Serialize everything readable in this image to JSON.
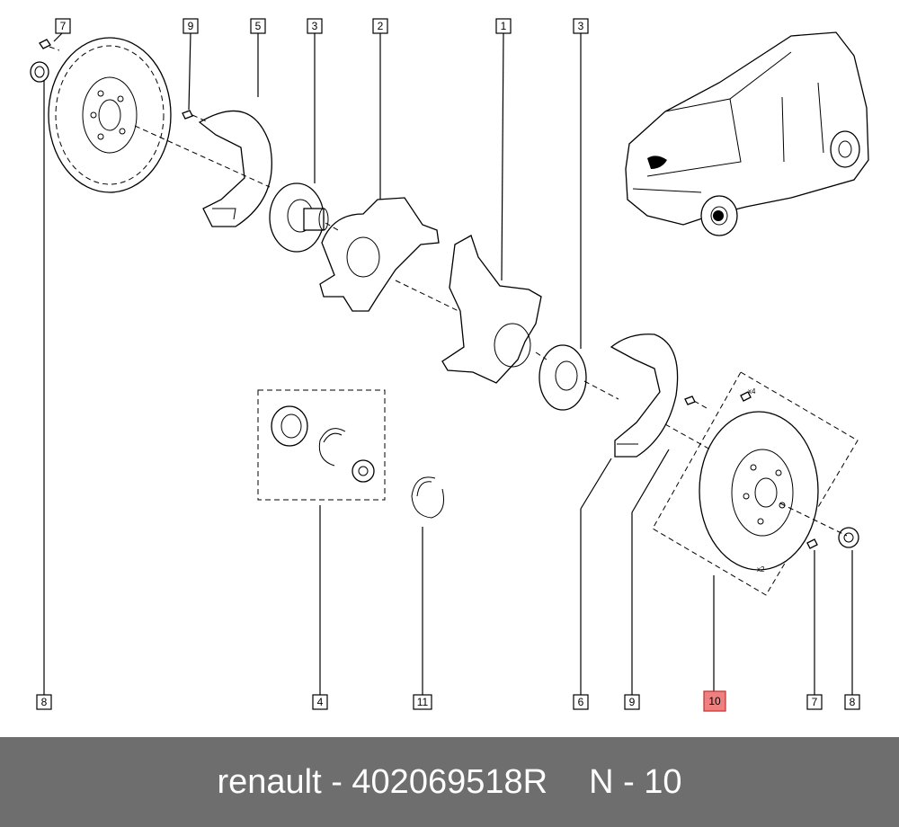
{
  "callouts": {
    "c7_top": "7",
    "c9_top": "9",
    "c5": "5",
    "c3_left": "3",
    "c2": "2",
    "c1": "1",
    "c3_right": "3",
    "c8_bottom": "8",
    "c4": "4",
    "c11": "11",
    "c6": "6",
    "c9_bottom": "9",
    "c10": "10",
    "c7_bottom": "7",
    "c8_right": "8"
  },
  "annotations": {
    "qty_x4": "x4",
    "qty_x2": "x2"
  },
  "footer": {
    "part_ref": "renault - 402069518R",
    "note_ref": "N - 10"
  },
  "colors": {
    "highlight": "#f08080",
    "footer_bg": "#6e6e6e",
    "footer_text": "#ffffff"
  }
}
